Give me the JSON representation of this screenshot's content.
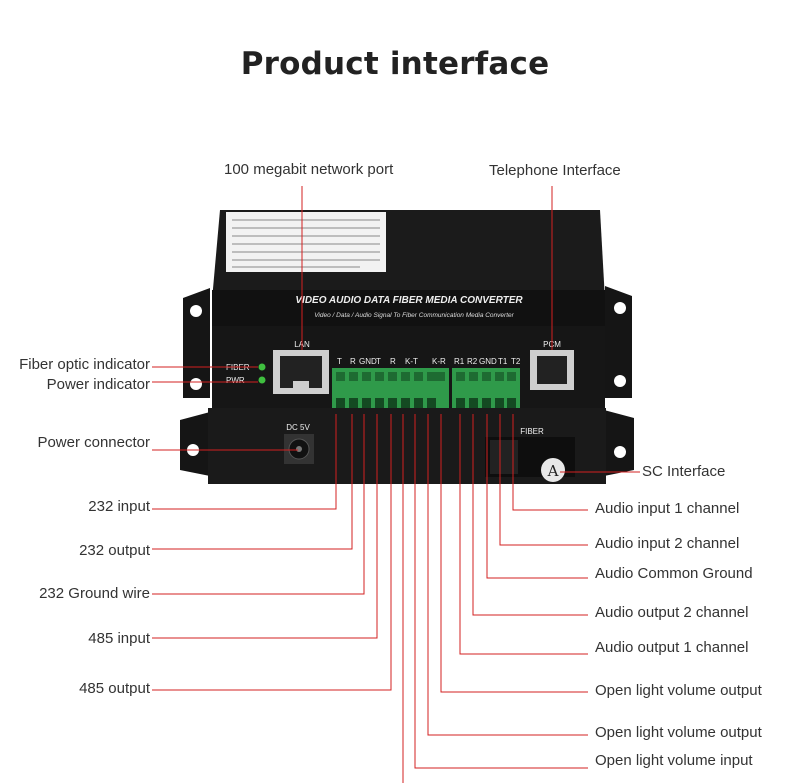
{
  "title": "Product interface",
  "device": {
    "banner": "VIDEO AUDIO DATA FIBER MEDIA CONVERTER",
    "subtitle": "Video / Data / Audio Signal To Fiber Communication Media Converter",
    "port_lan": "LAN",
    "port_pcm": "PCM",
    "port_fiber": "FIBER",
    "port_dc": "DC 5V",
    "led_fiber": "FIBER",
    "led_pwr": "PWR",
    "terminal_labels_left": [
      "T",
      "R",
      "GND",
      "T",
      "R",
      "K-T",
      "K-R"
    ],
    "terminal_labels_right": [
      "R1",
      "R2",
      "GND",
      "T1",
      "T2"
    ],
    "sc_marker": "A"
  },
  "labels": {
    "network_port": "100 megabit network port",
    "telephone": "Telephone Interface",
    "fiber_indicator": "Fiber optic indicator",
    "power_indicator": "Power indicator",
    "power_connector": "Power connector",
    "input_232": "232 input",
    "output_232": "232 output",
    "ground_232": "232 Ground wire",
    "input_485": "485 input",
    "output_485": "485 output",
    "sc_interface": "SC Interface",
    "audio_in_1": "Audio input 1 channel",
    "audio_in_2": "Audio input 2 channel",
    "audio_gnd": "Audio Common Ground",
    "audio_out_2": "Audio output 2 channel",
    "audio_out_1": "Audio output 1 channel",
    "light_out_1": "Open light volume output",
    "light_out_2": "Open light volume output",
    "light_in": "Open light volume input"
  },
  "colors": {
    "leader_line": "#d32020",
    "device_body": "#1a1a1a",
    "terminal_green": "#2f9a4a",
    "led_green": "#3fbf3f"
  }
}
